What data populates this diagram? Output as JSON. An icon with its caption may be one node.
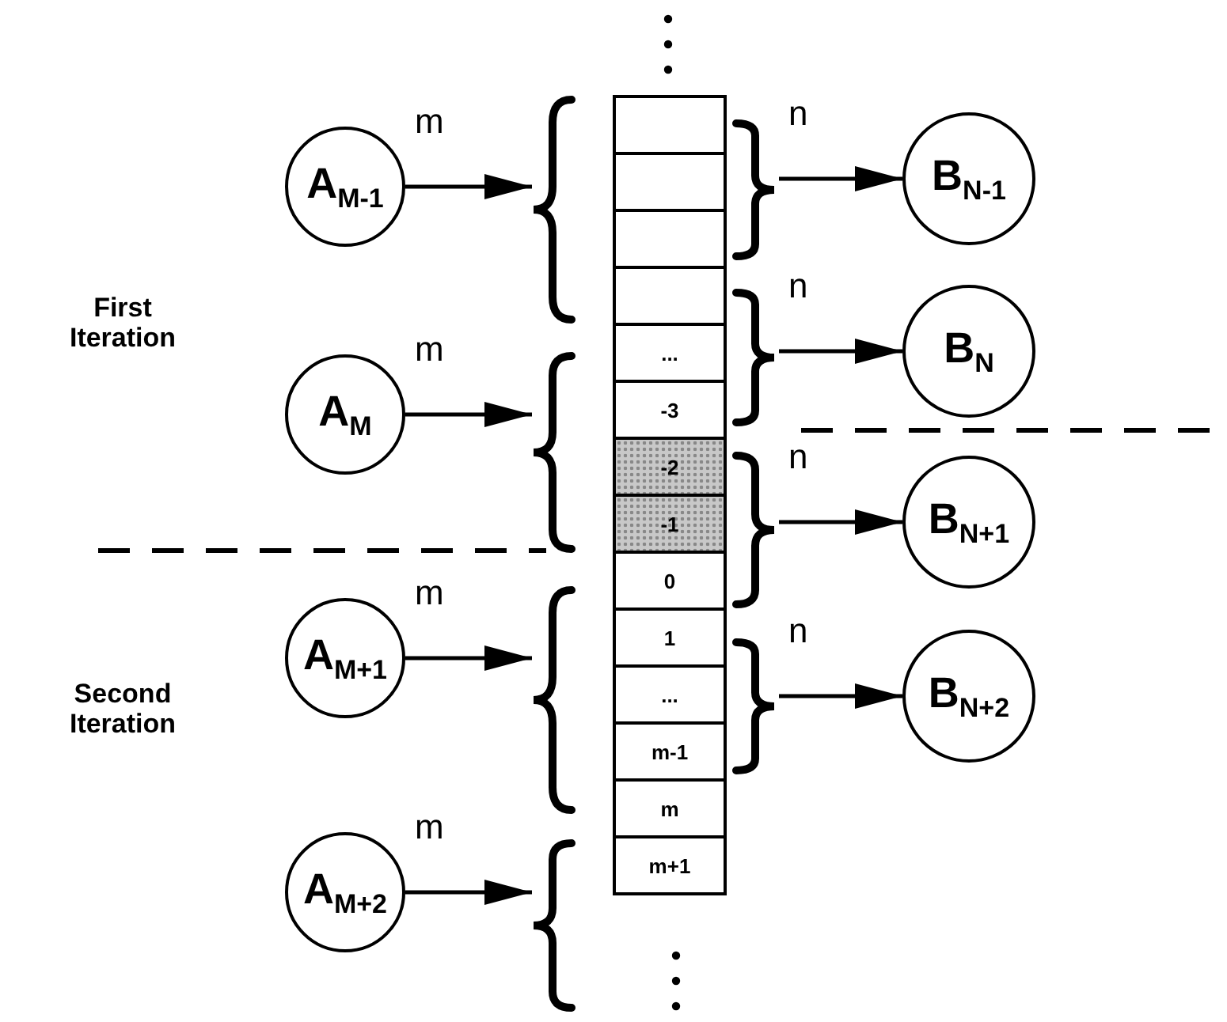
{
  "diagram": {
    "nodes": [
      {
        "text": [
          "A$_{M-1}$"
        ]
      },
      {
        "text": [
          "A$_{M}$"
        ]
      },
      {
        "text": [
          "A$_{M+1}$"
        ]
      },
      {
        "text": [
          "A$_{M+2}$"
        ]
      },
      {
        "text": [],
        "shape": "brace"
      },
      {
        "text": [],
        "shape": "brace"
      },
      {
        "text": [],
        "shape": "brace"
      },
      {
        "text": [],
        "shape": "brace"
      },
      {
        "text": [],
        "shape": "box"
      },
      {
        "text": [],
        "shape": "box"
      },
      {
        "text": [],
        "shape": "box"
      },
      {
        "text": [],
        "shape": "box"
      },
      {
        "text": [
          "..."
        ]
      },
      {
        "text": [
          "-3"
        ]
      },
      {
        "text": [
          "-2"
        ]
      },
      {
        "text": [
          "-1"
        ]
      },
      {
        "text": [
          "0"
        ]
      },
      {
        "text": [
          "1"
        ]
      },
      {
        "text": [
          "..."
        ]
      },
      {
        "text": [
          "m-1"
        ]
      },
      {
        "text": [
          "m"
        ]
      },
      {
        "text": [
          "m+1"
        ]
      },
      {
        "text": [],
        "shape": "brace"
      },
      {
        "text": [],
        "shape": "brace"
      },
      {
        "text": [],
        "shape": "brace"
      },
      {
        "text": [],
        "shape": "brace"
      },
      {
        "text": [
          "B$_{N-1}$"
        ]
      },
      {
        "text": [
          "B$_{N}$"
        ]
      },
      {
        "text": [
          "B$_{N+1}$"
        ]
      },
      {
        "text": [
          "B$_{N+2}$"
        ]
      }
    ],
    "edges": [
      {
        "from": 0,
        "to": 4,
        "arrow": "to",
        "label": "m"
      },
      {
        "from": 1,
        "to": 5,
        "arrow": "to",
        "label": "m"
      },
      {
        "from": 2,
        "to": 6,
        "arrow": "to",
        "label": "m"
      },
      {
        "from": 3,
        "to": 7,
        "arrow": "to",
        "label": "m"
      },
      {
        "from": 22,
        "to": 26,
        "arrow": "to",
        "label": "n"
      },
      {
        "from": 23,
        "to": 27,
        "arrow": "to",
        "label": "n"
      },
      {
        "from": 24,
        "to": 28,
        "arrow": "to",
        "label": "n"
      },
      {
        "from": 25,
        "to": 29,
        "arrow": "to",
        "label": "n"
      }
    ],
    "labels": [
      "First Iteration",
      "Second Iteration"
    ]
  }
}
